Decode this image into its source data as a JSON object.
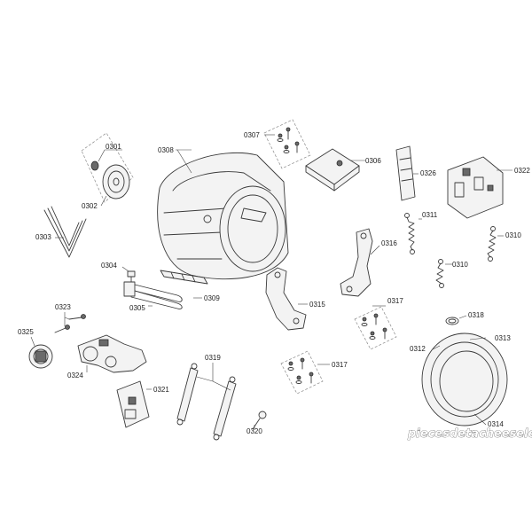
{
  "labels": {
    "p0301": "0301",
    "p0302": "0302",
    "p0303": "0303",
    "p0304": "0304",
    "p0305": "0305",
    "p0306": "0306",
    "p0307": "0307",
    "p0308": "0308",
    "p0309": "0309",
    "p0310": "0310",
    "p0311": "0311",
    "p0312": "0312",
    "p0313": "0313",
    "p0314": "0314",
    "p0315": "0315",
    "p0316": "0316",
    "p0317a": "0317",
    "p0317b": "0317",
    "p0318": "0318",
    "p0319": "0319",
    "p0320": "0320",
    "p0321": "0321",
    "p0322": "0322",
    "p0323": "0323",
    "p0324": "0324",
    "p0325": "0325",
    "p0326": "0326"
  },
  "watermark": "piecesdetacheeselec.com"
}
